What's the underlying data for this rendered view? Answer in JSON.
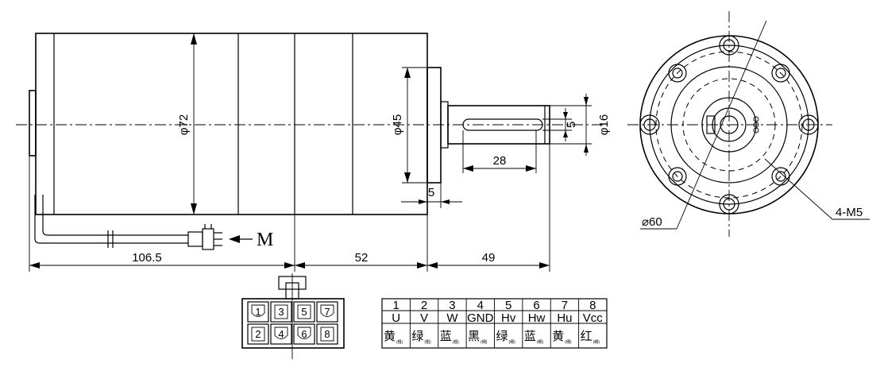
{
  "dimensions": {
    "body_diameter": "φ72",
    "flange_diameter": "φ45",
    "key_width": "5",
    "shaft_diameter": "φ16",
    "key_length": "28",
    "flange_thickness": "5",
    "motor_length": "106.5",
    "gearbox_length": "52",
    "shaft_length": "49",
    "bolt_circle": "⌀60",
    "mount_holes": "4-M5",
    "connector_label": "M"
  },
  "connector_pins": {
    "top": [
      "1",
      "3",
      "5",
      "7"
    ],
    "bottom": [
      "2",
      "4",
      "6",
      "8"
    ]
  },
  "pin_table": {
    "numbers": [
      "1",
      "2",
      "3",
      "4",
      "5",
      "6",
      "7",
      "8"
    ],
    "signals": [
      "U",
      "V",
      "W",
      "GND",
      "Hv",
      "Hw",
      "Hu",
      "Vcc"
    ],
    "colors": [
      "黄",
      "绿",
      "蓝",
      "黑",
      "绿",
      "蓝",
      "黄",
      "红"
    ],
    "gauges": [
      "(粗)",
      "(粗)",
      "(粗)",
      "(细)",
      "(细)",
      "(细)",
      "(细)",
      "(细)"
    ]
  }
}
